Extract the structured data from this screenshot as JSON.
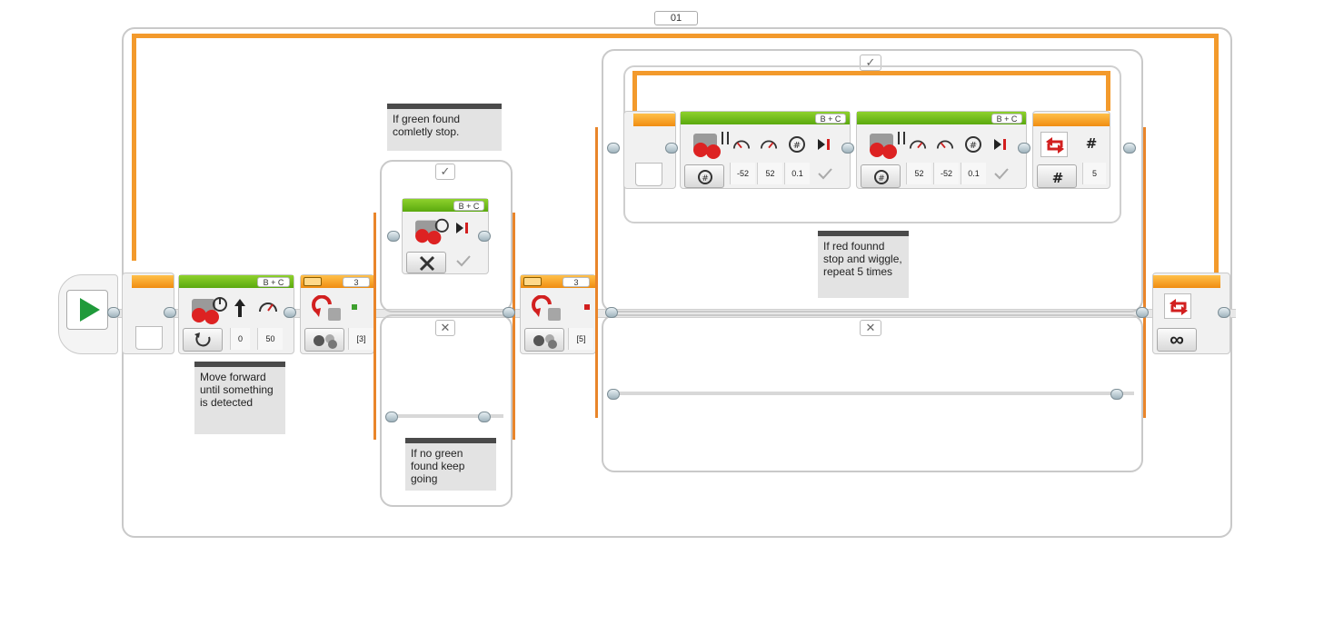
{
  "program": {
    "loop_label": "01",
    "start": {},
    "move_steering_forward": {
      "ports": "B + C",
      "steering": "0",
      "power": "50"
    },
    "color_wait_green": {
      "number": "3",
      "input": "[3]"
    },
    "green_case": {
      "true_tab": "✓",
      "false_tab": "✕",
      "stop_move": {
        "ports": "B + C"
      }
    },
    "color_switch_red": {
      "number": "3",
      "input": "[5]"
    },
    "red_case": {
      "true_tab": "✓",
      "false_tab": "✕",
      "wiggle_1": {
        "ports": "B + C",
        "left_power": "-52",
        "right_power": "52",
        "rotations": "0.1"
      },
      "wiggle_2": {
        "ports": "B + C",
        "left_power": "52",
        "right_power": "-52",
        "rotations": "0.1"
      },
      "loop_count": "5"
    },
    "loop_end": {
      "mode": "∞"
    }
  },
  "comments": {
    "move_forward": "Move forward until something is detected",
    "green_found": "If green found comletly stop.",
    "no_green": "If no green found keep going",
    "red_found": "If red founnd stop and wiggle, repeat 5 times"
  },
  "colors": {
    "wire": "#f39a2c",
    "block_bar_green": "#7cc322",
    "block_bar_orange": "#f6a330",
    "frame": "#c9c9c9",
    "comment_bg": "#e3e3e3"
  }
}
